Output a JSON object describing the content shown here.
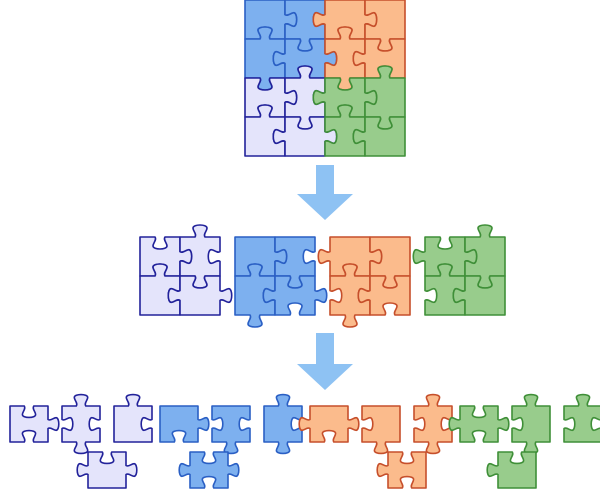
{
  "diagram": {
    "colors": {
      "lavender": {
        "fill": "#e4e4fb",
        "stroke": "#22229a"
      },
      "blue": {
        "fill": "#7db0ef",
        "stroke": "#2a5fc4"
      },
      "orange": {
        "fill": "#fbbb8c",
        "stroke": "#c64f2b"
      },
      "green": {
        "fill": "#98cc8c",
        "stroke": "#3f8f38"
      },
      "arrow": "#8ec2f3"
    },
    "stages": [
      {
        "name": "assembled-puzzle",
        "quadrants": [
          "blue",
          "orange",
          "lavender",
          "green"
        ],
        "pieces_per_quadrant": 4
      },
      {
        "name": "color-groups",
        "groups": [
          "lavender",
          "blue",
          "orange",
          "green"
        ],
        "pieces_per_group": 4
      },
      {
        "name": "separated-pieces",
        "groups": [
          "lavender",
          "blue",
          "orange",
          "green"
        ],
        "pieces_per_group": 4
      }
    ],
    "arrows": 2
  }
}
